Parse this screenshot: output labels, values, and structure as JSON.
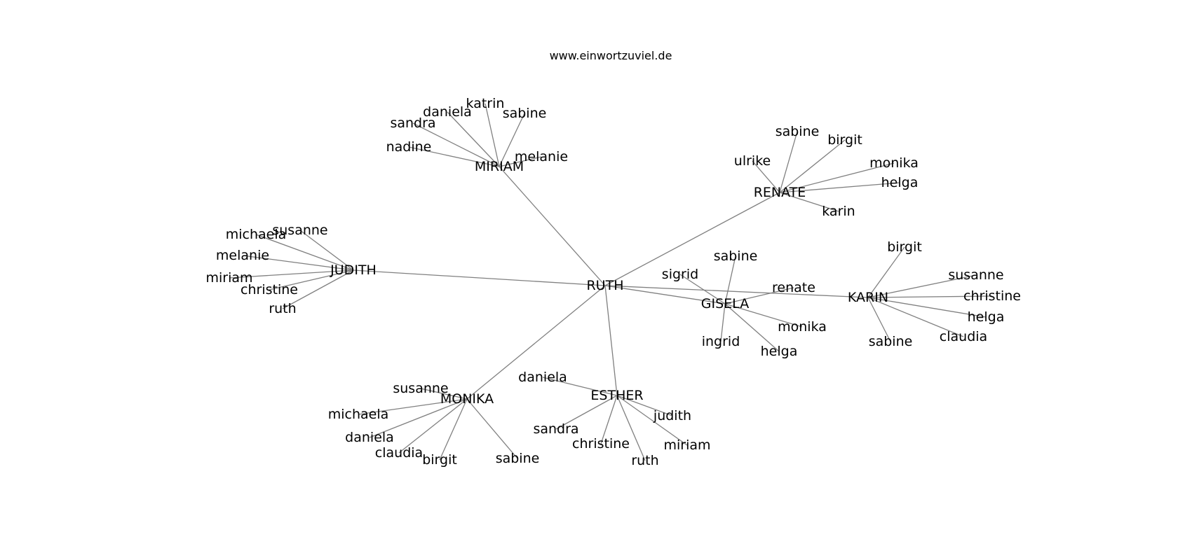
{
  "header": {
    "site": "www.einwortzuviel.de"
  },
  "graph": {
    "center": "RUTH",
    "hubs": [
      {
        "label": "MIRIAM",
        "children": [
          "katrin",
          "daniela",
          "sabine",
          "sandra",
          "nadine",
          "melanie"
        ]
      },
      {
        "label": "RENATE",
        "children": [
          "sabine",
          "birgit",
          "ulrike",
          "monika",
          "helga",
          "karin"
        ]
      },
      {
        "label": "JUDITH",
        "children": [
          "susanne",
          "michaela",
          "melanie",
          "miriam",
          "christine",
          "ruth"
        ]
      },
      {
        "label": "GISELA",
        "children": [
          "sabine",
          "sigrid",
          "renate",
          "monika",
          "ingrid",
          "helga"
        ]
      },
      {
        "label": "KARIN",
        "children": [
          "birgit",
          "susanne",
          "christine",
          "helga",
          "sabine",
          "claudia"
        ]
      },
      {
        "label": "MONIKA",
        "children": [
          "susanne",
          "michaela",
          "daniela",
          "claudia",
          "birgit",
          "sabine"
        ]
      },
      {
        "label": "ESTHER",
        "children": [
          "daniela",
          "judith",
          "sandra",
          "christine",
          "miriam",
          "ruth"
        ]
      }
    ]
  }
}
